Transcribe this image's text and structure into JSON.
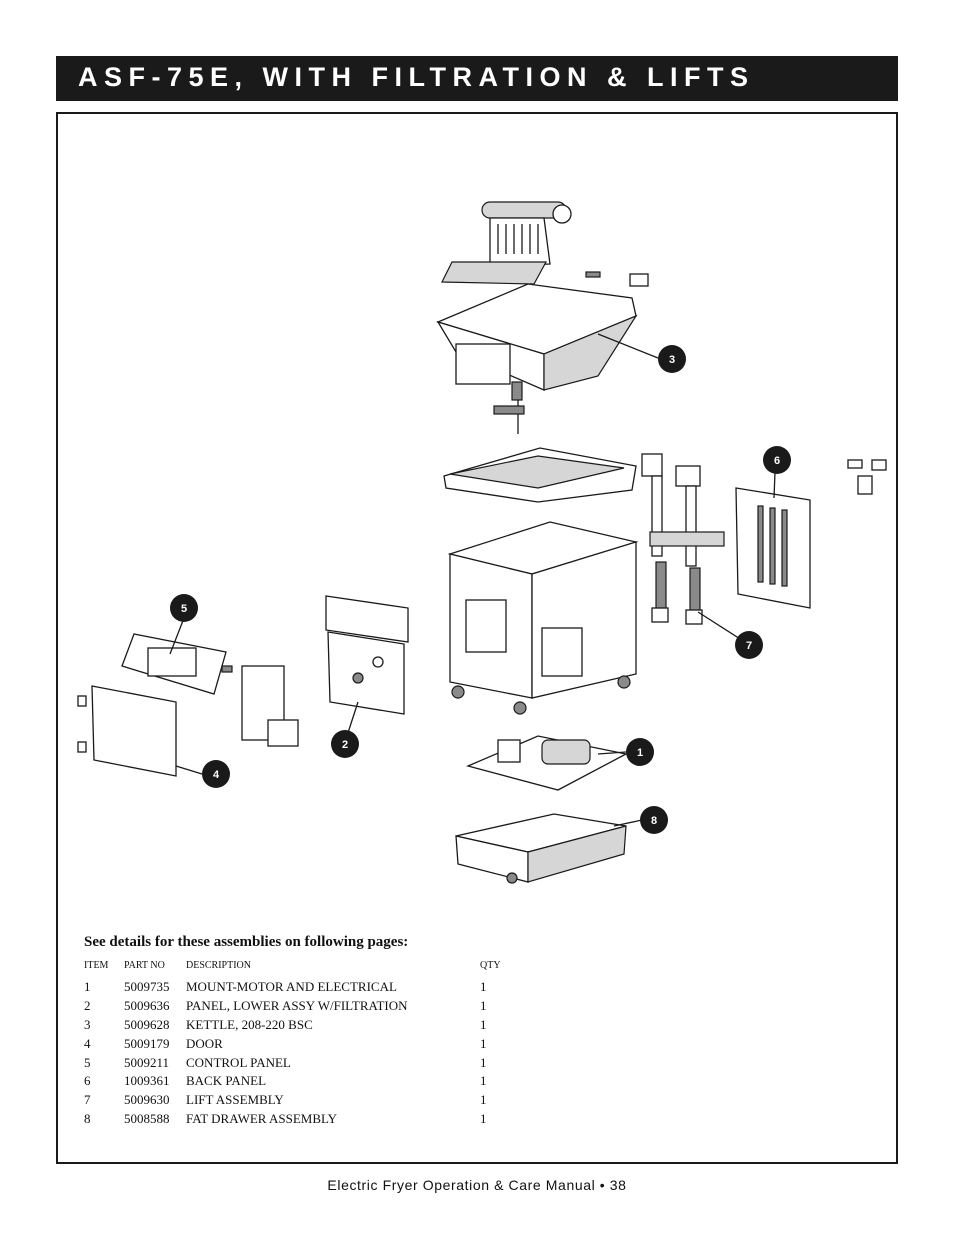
{
  "header": {
    "title": "ASF-75E, WITH FILTRATION & LIFTS"
  },
  "diagram": {
    "callouts": [
      "1",
      "2",
      "3",
      "4",
      "5",
      "6",
      "7",
      "8"
    ]
  },
  "parts_list": {
    "intro": "See details for these assemblies on following pages:",
    "headers": {
      "item": "ITEM",
      "part_no": "PART NO",
      "description": "DESCRIPTION",
      "qty": "QTY"
    },
    "rows": [
      {
        "item": "1",
        "part_no": "5009735",
        "description": "MOUNT-MOTOR AND ELECTRICAL",
        "qty": "1"
      },
      {
        "item": "2",
        "part_no": "5009636",
        "description": "PANEL, LOWER ASSY W/FILTRATION",
        "qty": "1"
      },
      {
        "item": "3",
        "part_no": "5009628",
        "description": "KETTLE, 208-220 BSC",
        "qty": "1"
      },
      {
        "item": "4",
        "part_no": "5009179",
        "description": "DOOR",
        "qty": "1"
      },
      {
        "item": "5",
        "part_no": "5009211",
        "description": "CONTROL PANEL",
        "qty": "1"
      },
      {
        "item": "6",
        "part_no": "1009361",
        "description": "BACK PANEL",
        "qty": "1"
      },
      {
        "item": "7",
        "part_no": "5009630",
        "description": "LIFT ASSEMBLY",
        "qty": "1"
      },
      {
        "item": "8",
        "part_no": "5008588",
        "description": "FAT DRAWER ASSEMBLY",
        "qty": "1"
      }
    ]
  },
  "footer": {
    "text": "Electric Fryer Operation & Care Manual • 38"
  }
}
